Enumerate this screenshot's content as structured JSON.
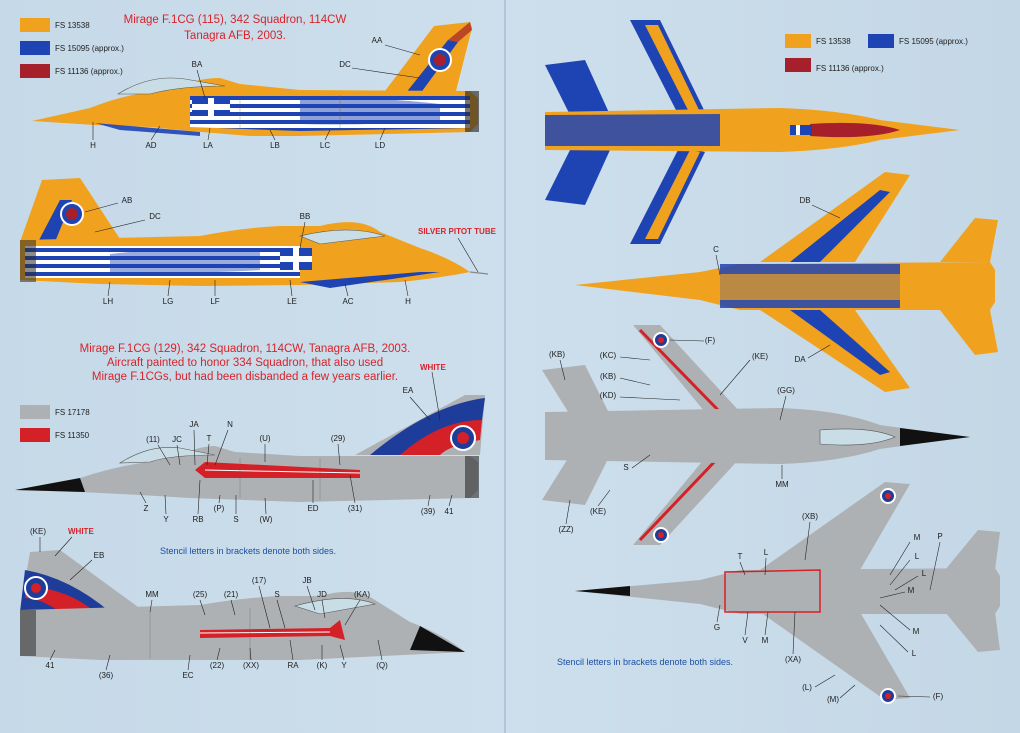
{
  "colors": {
    "orange": "#f0a21e",
    "blue": "#1e44b4",
    "darkred": "#a5202a",
    "grey": "#aeb1b3",
    "red": "#d42027",
    "white": "#ffffff",
    "black": "#111111"
  },
  "section1": {
    "title_line1": "Mirage F.1CG (115), 342 Squadron, 114CW",
    "title_line2": "Tanagra AFB, 2003.",
    "swatches": [
      {
        "code": "FS 13538"
      },
      {
        "code": "FS 15095 (approx.)"
      },
      {
        "code": "FS 11136 (approx.)"
      }
    ],
    "top_view_swatches": [
      {
        "code": "FS 13538"
      },
      {
        "code": "FS 15095 (approx.)"
      },
      {
        "code": "FS 11136 (approx.)"
      }
    ],
    "profile1_labels": [
      "AA",
      "BA",
      "DC",
      "H",
      "AD",
      "LA",
      "LB",
      "LC",
      "LD"
    ],
    "profile2_labels": [
      "AB",
      "DC",
      "BB",
      "LH",
      "LG",
      "LF",
      "LE",
      "AC",
      "H"
    ],
    "silver_note": "SILVER PITOT TUBE",
    "top_labels": [
      "DB",
      "C",
      "DA"
    ]
  },
  "section2": {
    "title_line1": "Mirage F.1CG (129), 342 Squadron, 114CW, Tanagra AFB, 2003.",
    "title_line2": "Aircraft painted to honor 334 Squadron, that also used",
    "title_line3": "Mirage F.1CGs, but had been disbanded a few years earlier.",
    "white_note": "WHITE",
    "white_note2": "WHITE",
    "swatches": [
      {
        "code": "FS 17178"
      },
      {
        "code": "FS 11350"
      }
    ],
    "profile3_labels": [
      "EA",
      "(11)",
      "JC",
      "JA",
      "T",
      "N",
      "(U)",
      "(29)",
      "Z",
      "Y",
      "RB",
      "(P)",
      "S",
      "(W)",
      "ED",
      "(31)",
      "(39)",
      "41"
    ],
    "profile4_labels": [
      "(KE)",
      "EB",
      "MM",
      "(25)",
      "(21)",
      "(17)",
      "S",
      "JB",
      "JD",
      "(KA)",
      "41",
      "(36)",
      "EC",
      "(22)",
      "(XX)",
      "RA",
      "(K)",
      "Y",
      "(Q)"
    ],
    "stencil_note": "Stencil letters in brackets denote both sides.",
    "top_labels": [
      "(KB)",
      "(F)",
      "(KC)",
      "(KE)",
      "(KB)",
      "(KD)",
      "(GG)",
      "S",
      "MM",
      "(KE)",
      "(ZZ)"
    ],
    "bottom_labels": [
      "(XB)",
      "T",
      "L",
      "M",
      "L",
      "P",
      "L",
      "M",
      "M",
      "G",
      "V",
      "M",
      "(XA)",
      "L",
      "(L)",
      "(M)",
      "(F)"
    ],
    "stencil_note2": "Stencil letters in brackets denote both sides."
  }
}
